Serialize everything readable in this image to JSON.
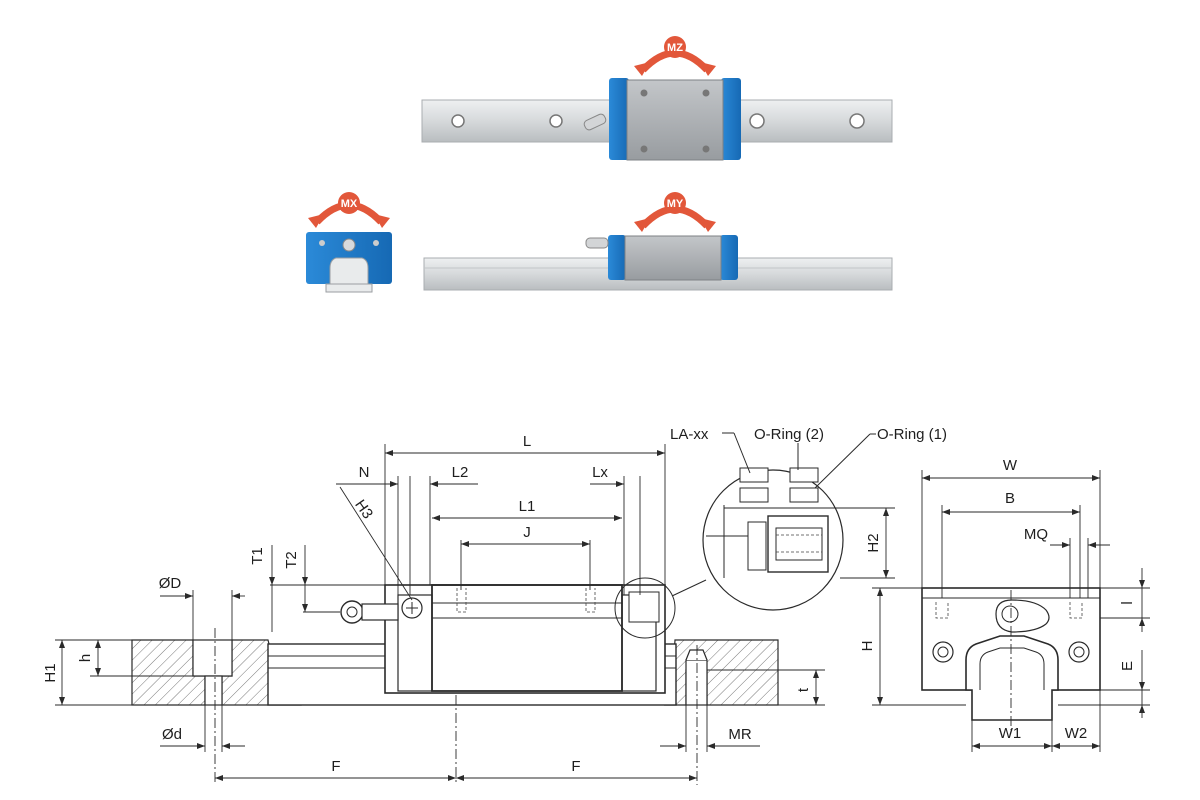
{
  "moments": {
    "mz": "MZ",
    "mx": "MX",
    "my": "MY"
  },
  "colors": {
    "end_seal_blue": "#1c79c9",
    "block_grey": "#a9adb1",
    "rail_grey": "#dadcde",
    "arrow_red": "#e2573a",
    "line": "#2a2a2a"
  },
  "dimensions": {
    "L": "L",
    "N": "N",
    "L2": "L2",
    "Lx": "Lx",
    "L1": "L1",
    "J": "J",
    "H3": "H3",
    "T1": "T1",
    "T2": "T2",
    "OD": "ØD",
    "Od": "Ød",
    "H1": "H1",
    "h": "h",
    "F_left": "F",
    "F_right": "F",
    "MR": "MR",
    "t": "t",
    "H2": "H2",
    "W": "W",
    "B": "B",
    "MQ": "MQ",
    "H": "H",
    "l": "l",
    "E": "E",
    "W1": "W1",
    "W2": "W2"
  },
  "callouts": {
    "la": "LA-xx",
    "oring2": "O-Ring (2)",
    "oring1": "O-Ring (1)"
  }
}
